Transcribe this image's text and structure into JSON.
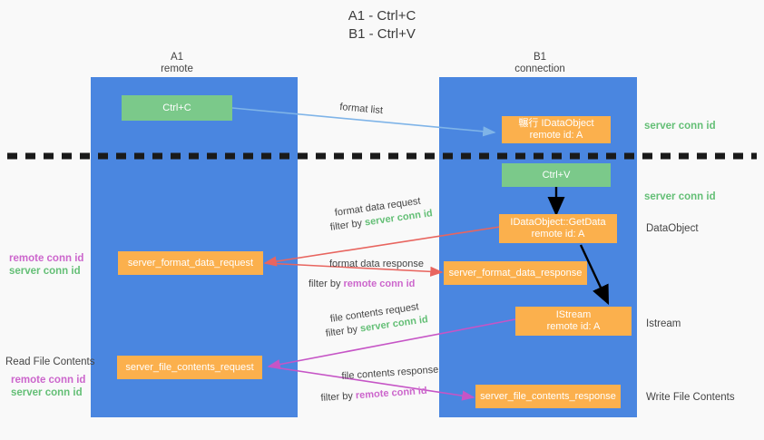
{
  "title": {
    "line1": "A1 - Ctrl+C",
    "line2": "B1 - Ctrl+V"
  },
  "lanes": [
    {
      "id": "a1",
      "name": "A1",
      "sub": "remote"
    },
    {
      "id": "b1",
      "name": "B1",
      "sub": "connection"
    }
  ],
  "colors": {
    "lane": "#4a86e0",
    "green_box": "#7bc98a",
    "orange_box": "#fbb04d",
    "server_conn_id": "#64bf76",
    "remote_conn_id": "#cc66cc",
    "arrow_blue": "#7fb4e8",
    "arrow_red": "#e8655f",
    "arrow_magenta": "#c655c6",
    "arrow_black": "#000000",
    "divider": "#1a1a1a",
    "background": "#f9f9f9"
  },
  "nodes": {
    "ctrl_c": {
      "label": "Ctrl+C",
      "style": "green"
    },
    "idataobject": {
      "line1": "冁行 IDataObject",
      "line2": "remote id: A",
      "style": "orange"
    },
    "ctrl_v": {
      "label": "Ctrl+V",
      "style": "green"
    },
    "getdata": {
      "line1": "IDataObject::GetData",
      "line2": "remote id: A",
      "style": "orange"
    },
    "format_data_request": {
      "label": "server_format_data_request",
      "style": "orange"
    },
    "format_data_response": {
      "label": "server_format_data_response",
      "style": "orange"
    },
    "istream": {
      "line1": "IStream",
      "line2": "remote id: A",
      "style": "orange"
    },
    "file_contents_request": {
      "label": "server_file_contents_request",
      "style": "orange"
    },
    "file_contents_response": {
      "label": "server_file_contents_response",
      "style": "orange"
    }
  },
  "edge_labels": {
    "format_list": "format list",
    "format_data_request": "format data request",
    "format_data_request_filter_prefix": "filter by ",
    "format_data_request_filter_value": "server conn id",
    "format_data_response": "format data response",
    "format_data_response_filter_prefix": "filter by ",
    "format_data_response_filter_value": "remote conn id",
    "file_contents_request": "file contents request",
    "file_contents_request_filter_prefix": "filter by ",
    "file_contents_request_filter_value": "server conn id",
    "file_contents_response": "file contents response",
    "file_contents_response_filter_prefix": "filter by ",
    "file_contents_response_filter_value": "remote conn id"
  },
  "right_labels": {
    "server_conn_id_top": "server conn id",
    "server_conn_id_mid": "server conn id",
    "data_object": "DataObject",
    "istream": "Istream",
    "write_file_contents": "Write File Contents"
  },
  "left_labels": {
    "remote_conn_id_mid": "remote conn id",
    "server_conn_id_mid": "server conn id",
    "read_file_contents": "Read File Contents",
    "remote_conn_id_low": "remote conn id",
    "server_conn_id_low": "server conn id"
  }
}
